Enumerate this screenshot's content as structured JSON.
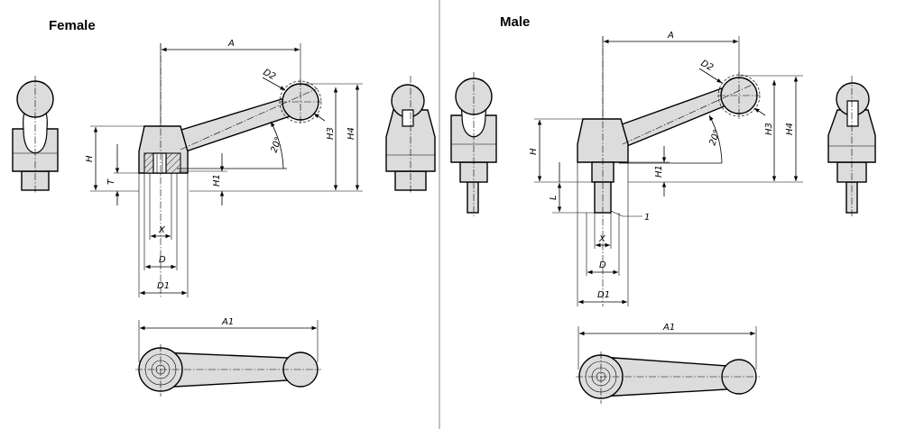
{
  "panels": {
    "female": {
      "title": "Female",
      "labels": {
        "A": "A",
        "D2": "D2",
        "H3": "H3",
        "H4": "H4",
        "H": "H",
        "T": "T",
        "H1": "H1",
        "X": "X",
        "D": "D",
        "D1": "D1",
        "A1": "A1",
        "angle": "20°"
      }
    },
    "male": {
      "title": "Male",
      "labels": {
        "A": "A",
        "D2": "D2",
        "H3": "H3",
        "H4": "H4",
        "H": "H",
        "L": "L",
        "H1": "H1",
        "X": "X",
        "D": "D",
        "D1": "D1",
        "A1": "A1",
        "angle": "20°",
        "callout": "1"
      }
    }
  },
  "colors": {
    "fill": "#dcdcdc",
    "line": "#000000",
    "divider": "#9a9a9a"
  }
}
